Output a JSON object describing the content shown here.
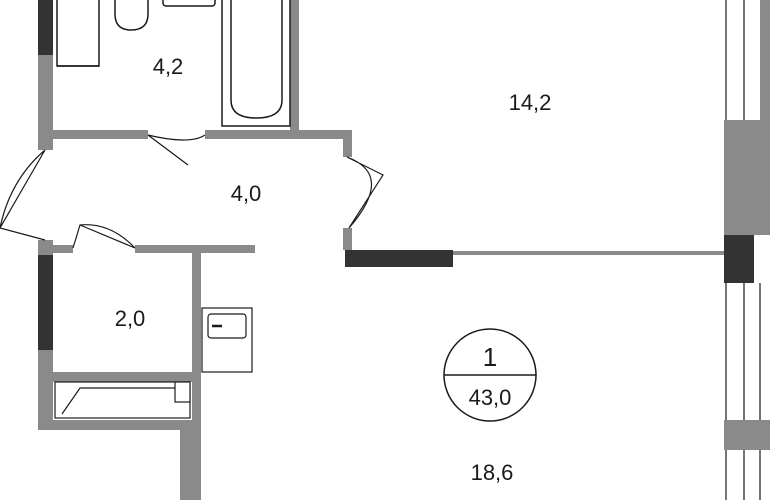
{
  "rooms": {
    "bathroom_area": "4,2",
    "living_top_area": "14,2",
    "hall_area": "4,0",
    "storage_area": "2,0",
    "living_bottom_area": "18,6"
  },
  "badge": {
    "rooms_count": "1",
    "total_area": "43,0"
  },
  "colors": {
    "wall": "#8a8a8a",
    "wall_dark": "#333333",
    "line": "#1a1a1a",
    "background": "#ffffff"
  }
}
